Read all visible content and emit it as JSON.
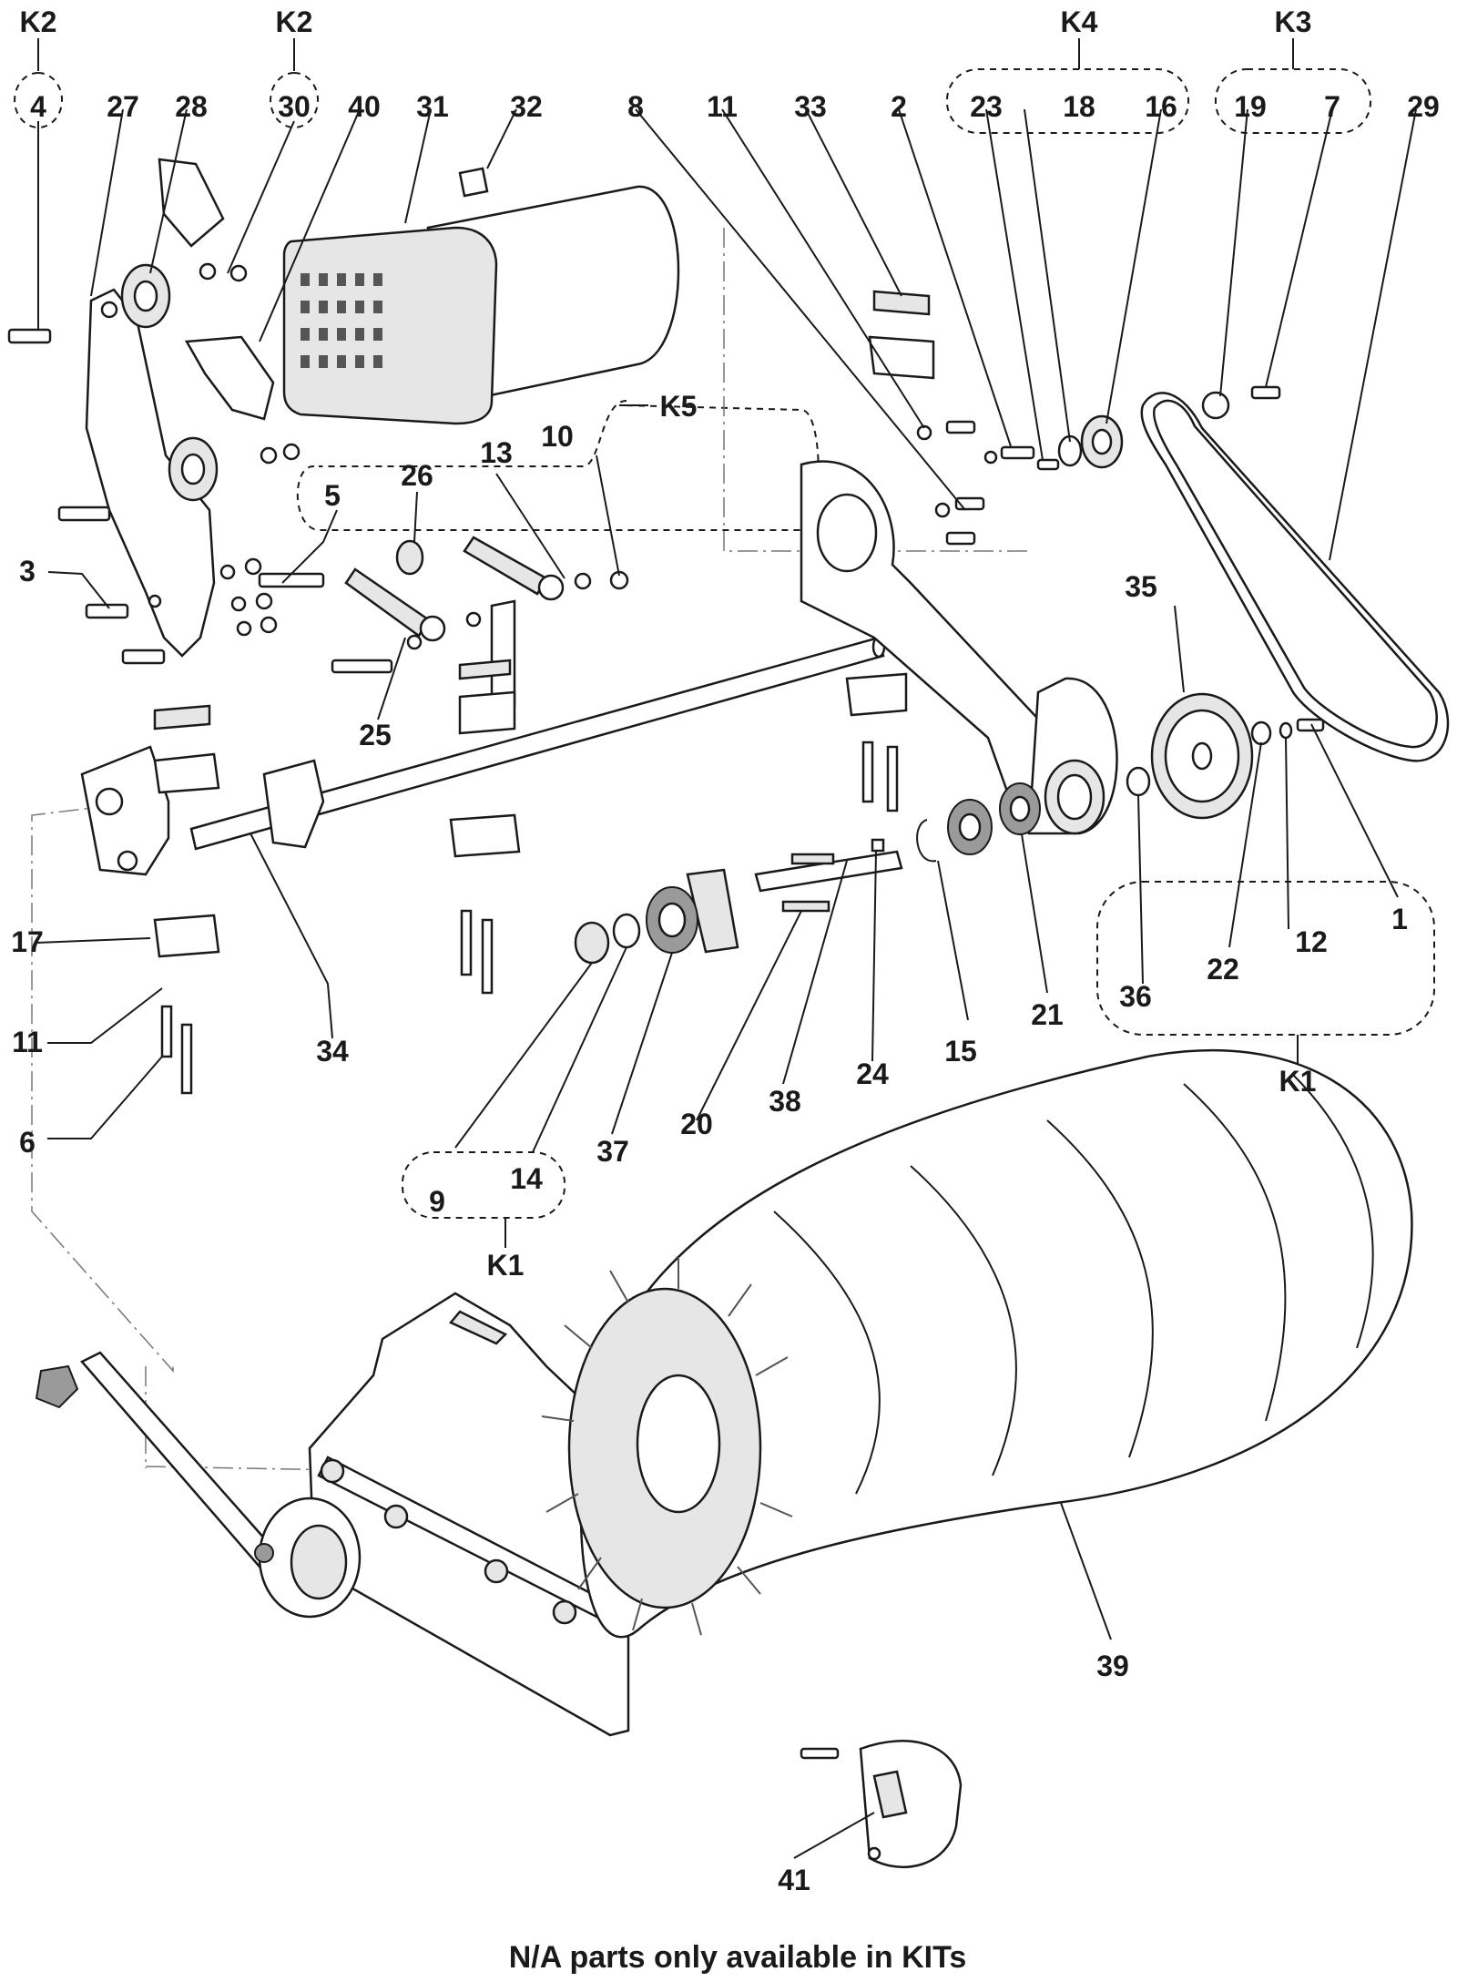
{
  "footer_note": "N/A parts only available in KITs",
  "part_labels": {
    "p1": "1",
    "p2": "2",
    "p3": "3",
    "p4": "4",
    "p5": "5",
    "p6": "6",
    "p7": "7",
    "p8": "8",
    "p9": "9",
    "p10": "10",
    "p11_top": "11",
    "p11_left": "11",
    "p12": "12",
    "p13": "13",
    "p14": "14",
    "p15": "15",
    "p16": "16",
    "p17": "17",
    "p18": "18",
    "p19": "19",
    "p20": "20",
    "p21": "21",
    "p22": "22",
    "p23": "23",
    "p24": "24",
    "p25": "25",
    "p26": "26",
    "p27": "27",
    "p28": "28",
    "p29": "29",
    "p30": "30",
    "p31": "31",
    "p32": "32",
    "p33": "33",
    "p34": "34",
    "p35": "35",
    "p36": "36",
    "p37": "37",
    "p38": "38",
    "p39": "39",
    "p40": "40",
    "p41": "41"
  },
  "kit_labels": {
    "k2_left": "K2",
    "k2_mid": "K2",
    "k4": "K4",
    "k3": "K3",
    "k5": "K5",
    "k1_right": "K1",
    "k1_bottom": "K1"
  },
  "colors": {
    "line": "#1a1a1a",
    "fill": "#ffffff",
    "shade": "#e6e6e6"
  }
}
